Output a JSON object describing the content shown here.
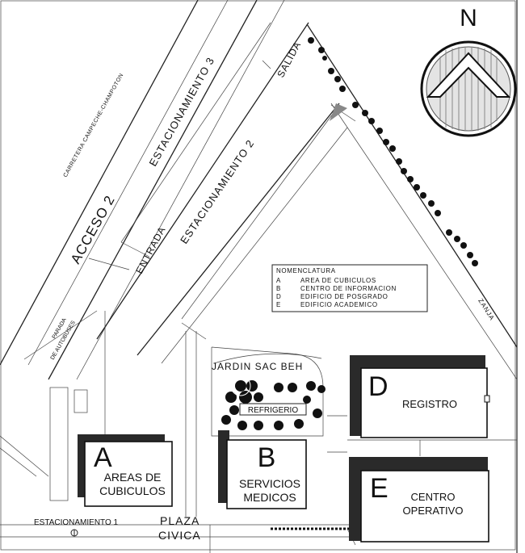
{
  "north_label": "N",
  "compass": {
    "icon": "north-arrow-compass"
  },
  "roads": {
    "carretera": "CARRETERA CAMPECHE-CHAMPOTON",
    "acceso": "ACCESO 2",
    "estacionamiento3": "ESTACIONAMIENTO 3",
    "estacionamiento2": "ESTACIONAMIENTO 2",
    "estacionamiento1": "ESTACIONAMIENTO 1",
    "salida": "SALIDA",
    "entrada": "ENTRADA",
    "zanja": "ZANJA",
    "parada_line1": "PARADA",
    "parada_line2": "DE AUTOBUSES"
  },
  "legend": {
    "title": "NOMENCLATURA",
    "items": [
      {
        "key": "A",
        "text": "AREA DE CUBICULOS"
      },
      {
        "key": "B",
        "text": "CENTRO DE INFORMACION"
      },
      {
        "key": "D",
        "text": "EDIFICIO DE POSGRADO"
      },
      {
        "key": "E",
        "text": "EDIFICIO ACADEMICO"
      }
    ]
  },
  "jardin": "JARDIN SAC BEH",
  "refrigerio": "REFRIGERIO",
  "plaza_line1": "PLAZA",
  "plaza_line2": "CIVICA",
  "buildings": {
    "a": {
      "letter": "A",
      "line1": "AREAS DE",
      "line2": "CUBICULOS"
    },
    "b": {
      "letter": "B",
      "line1": "SERVICIOS",
      "line2": "MEDICOS"
    },
    "d": {
      "letter": "D",
      "line1": "REGISTRO"
    },
    "e": {
      "letter": "E",
      "line1": "CENTRO",
      "line2": "OPERATIVO"
    }
  }
}
